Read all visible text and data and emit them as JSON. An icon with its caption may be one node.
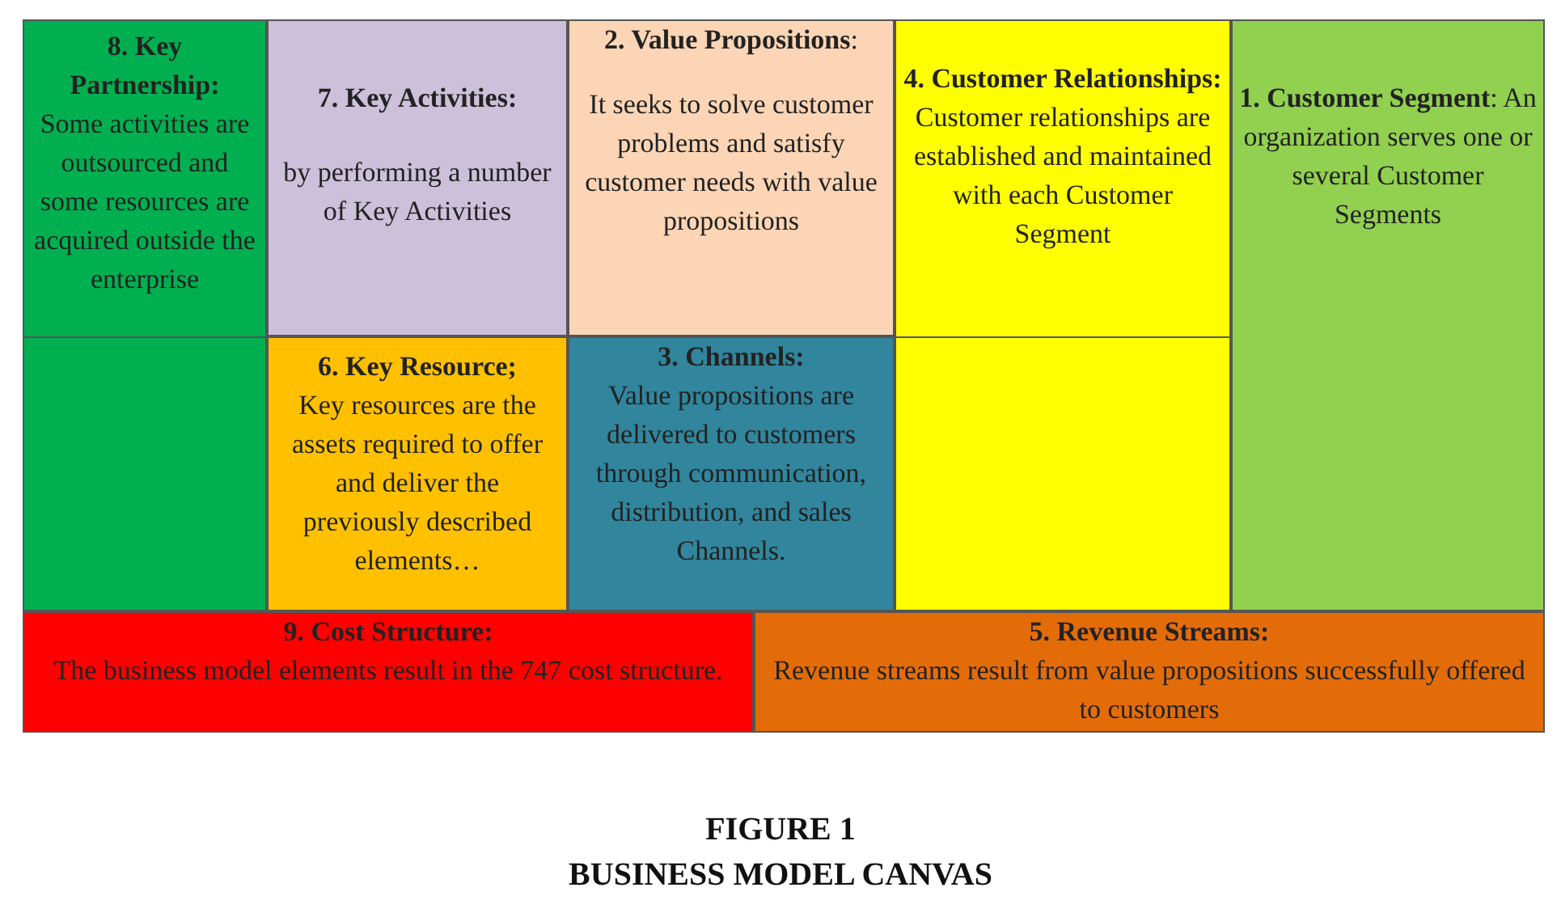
{
  "diagram": {
    "nodes": [
      {
        "text": [
          "8. Key Partnership:",
          "Some activities are outsourced and some resources are acquired outside the enterprise"
        ]
      },
      {
        "text": [
          "7. Key Activities:",
          "by performing a number of Key Activities"
        ]
      },
      {
        "text": [
          "**2. Value Propositions**:",
          "It seeks to solve customer problems and satisfy customer needs with value propositions"
        ]
      },
      {
        "text": [
          "4. Customer Relationships:",
          "Customer relationships are established and maintained with each Customer Segment"
        ]
      },
      {
        "text": [
          "**1. Customer Segment**: An organization serves one or several Customer Segments"
        ]
      },
      {
        "text": [
          "6. Key Resource;",
          "Key resources are the assets required to offer and deliver the previously described elements…"
        ]
      },
      {
        "text": [
          "3. Channels:",
          "Value propositions are delivered to customers through communication, distribution, and sales Channels."
        ]
      },
      {
        "text": [
          "9. Cost Structure:",
          "The business model elements result in the 747 cost structure."
        ]
      },
      {
        "text": [
          "5. Revenue Streams:",
          "Revenue streams result from value propositions successfully offered to customers"
        ]
      }
    ],
    "edges": [],
    "labels": [
      "FIGURE 1",
      "BUSINESS MODEL CANVAS"
    ]
  }
}
